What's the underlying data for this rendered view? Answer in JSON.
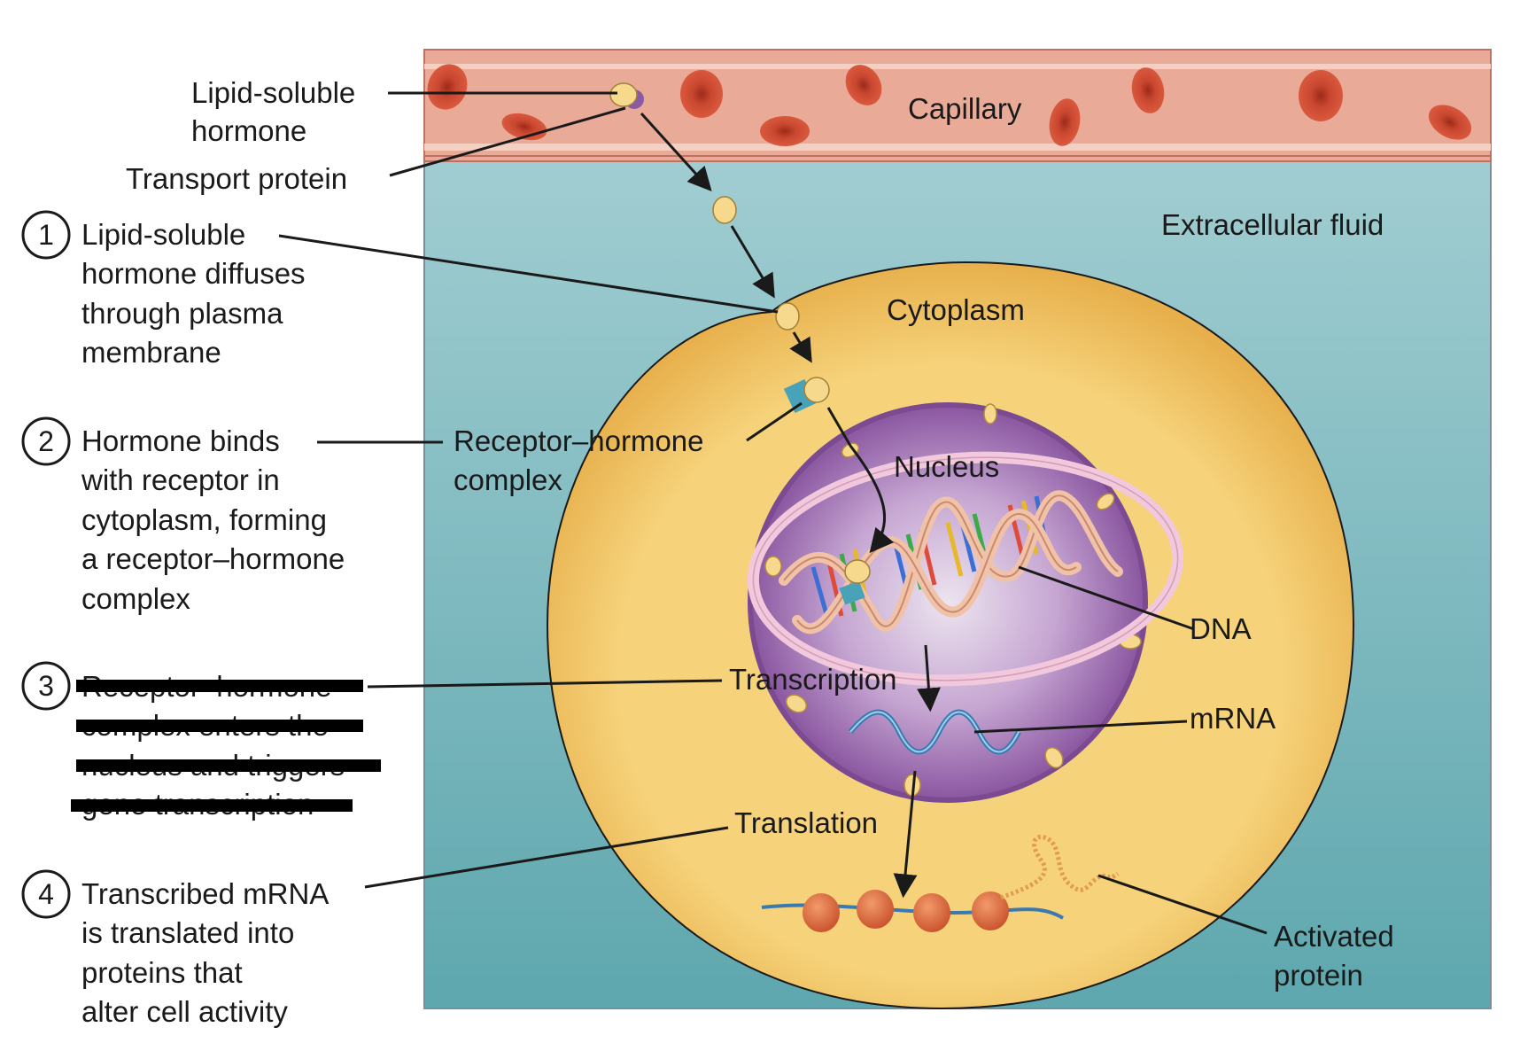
{
  "labels": {
    "lipid_hormone": [
      "Lipid-soluble",
      "hormone"
    ],
    "transport_protein": "Transport protein",
    "capillary": "Capillary",
    "extracellular_fluid": "Extracellular fluid",
    "cytoplasm": "Cytoplasm",
    "receptor_complex": [
      "Receptor–hormone",
      "complex"
    ],
    "nucleus": "Nucleus",
    "dna": "DNA",
    "transcription": "Transcription",
    "mrna": "mRNA",
    "translation": "Translation",
    "activated_protein": [
      "Activated",
      "protein"
    ]
  },
  "steps": [
    {
      "number": "1",
      "lines": [
        "Lipid-soluble",
        "hormone diffuses",
        "through plasma",
        "membrane"
      ]
    },
    {
      "number": "2",
      "lines": [
        "Hormone binds",
        "with receptor in",
        "cytoplasm, forming",
        "a receptor–hormone",
        "complex"
      ]
    },
    {
      "number": "3",
      "lines": [
        "Receptor–hormone",
        "complex enters the",
        "nucleus and triggers",
        "gene transcription"
      ],
      "redacted": true
    },
    {
      "number": "4",
      "lines": [
        "Transcribed mRNA",
        "is translated into",
        "proteins that",
        "alter cell activity"
      ]
    }
  ],
  "colors": {
    "capillary": "#e9ab98",
    "capillary_stripe": "#f4d0c2",
    "red_cell": "#c8442e",
    "extracellular": "#7fbcc1",
    "cytoplasm": "#f2c969",
    "nucleus": "#9a66ae",
    "nuclear_ring": "#f2c8dc",
    "hormone": "#f6d98c",
    "receptor": "#49a3b8",
    "ribosome": "#df6b3c",
    "line": "#1a1a1a"
  }
}
